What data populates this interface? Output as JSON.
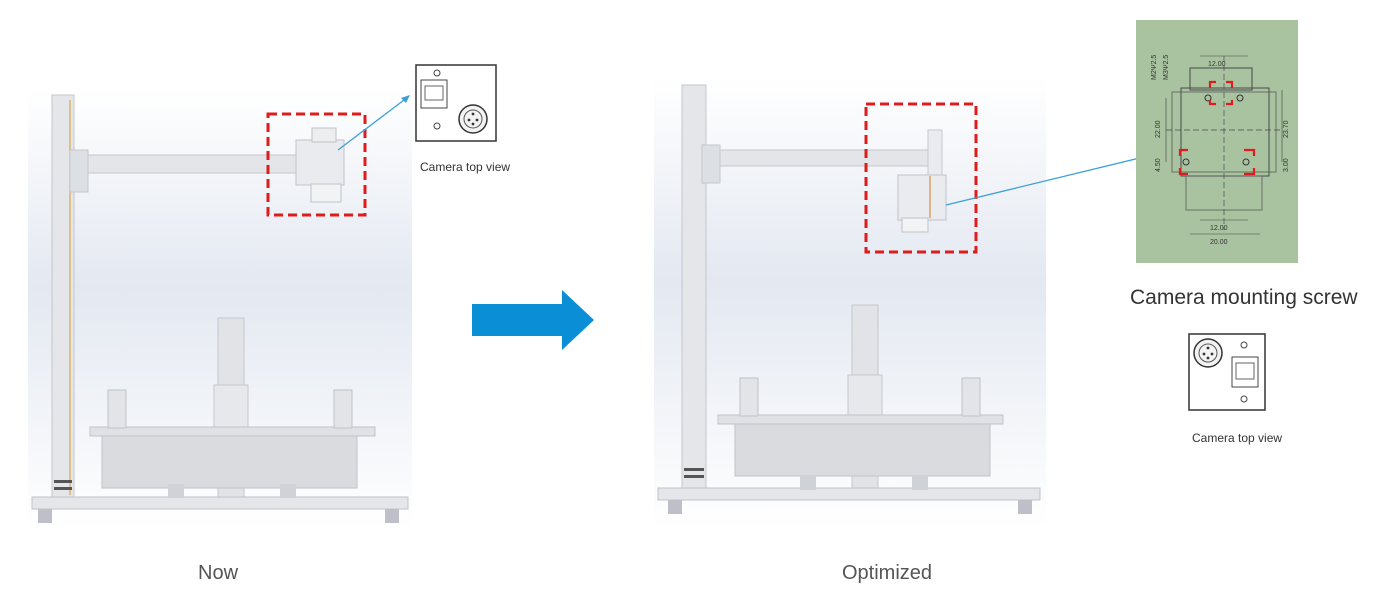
{
  "left_panel": {
    "caption": "Now",
    "inset_caption": "Camera top view"
  },
  "arrow_color": "#0a8fd6",
  "right_panel": {
    "caption": "Optimized",
    "drawing_title": "Camera mounting screw",
    "inset_caption": "Camera top view",
    "drawing_labels": {
      "screw_a": "M2Ψ2.5",
      "screw_b": "M3Ψ2.5",
      "dim_top": "12.00",
      "dim_left": "22.00",
      "dim_right": "23.70",
      "dim_left_small": "4.50",
      "dim_right_small": "3.00",
      "dim_bottom_a": "12.00",
      "dim_bottom_b": "20.00"
    }
  },
  "colors": {
    "highlight": "#e01b1b",
    "leader_line": "#3aa0d8",
    "drawing_bg": "#a9c3a0",
    "frame": "#c9ccd1"
  },
  "icons": [
    "arrow-right-icon",
    "camera-top-view-icon"
  ]
}
